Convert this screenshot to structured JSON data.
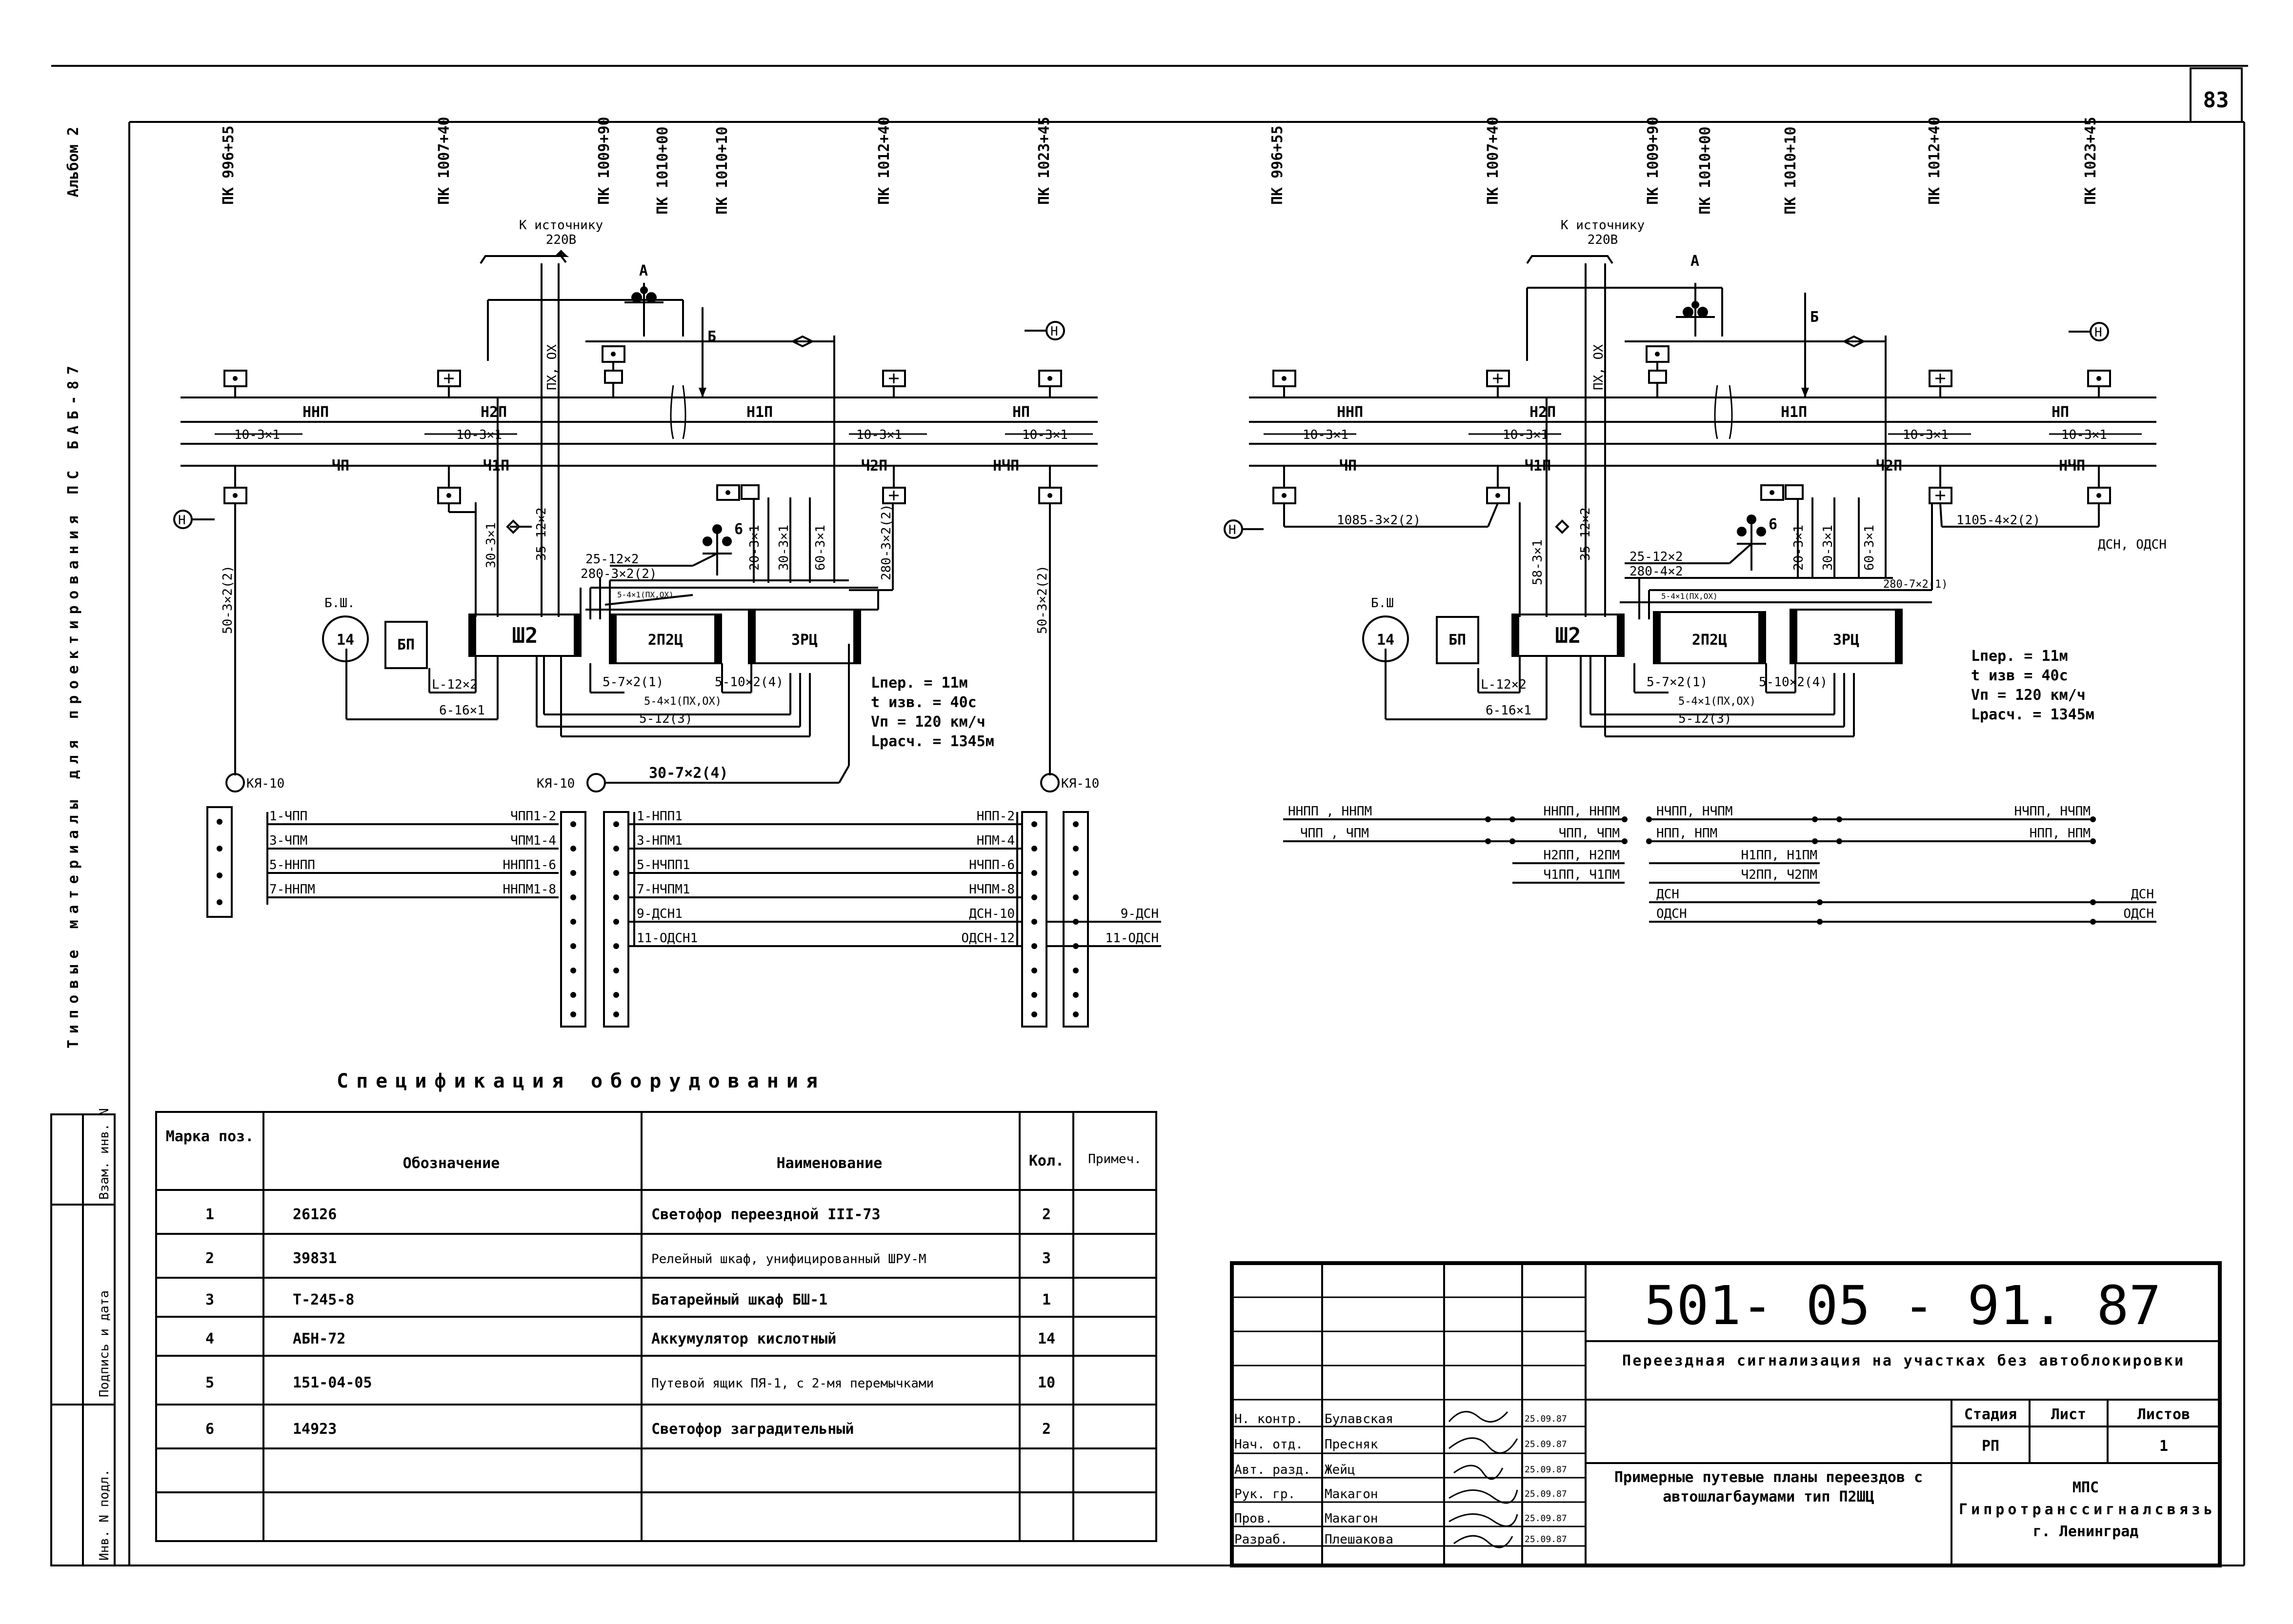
{
  "margin": {
    "album": "Альбом 2",
    "series": "Типовые материалы для проектирования ПС БАБ-87",
    "stamp": [
      "Инв. N подл.",
      "Подпись и дата",
      "Взам. инв. N"
    ]
  },
  "sheet_number": "83",
  "left_plan": {
    "pickets": [
      "ПК 996+55",
      "ПК 1007+40",
      "ПК 1009+90",
      "ПК 1010+00",
      "ПК 1010+10",
      "ПК 1012+40",
      "ПК 1023+45"
    ],
    "source": [
      "К источнику",
      "220В"
    ],
    "labels": {
      "nnp": "ННП",
      "n2p": "Н2П",
      "n1p": "Н1П",
      "np": "НП",
      "chp": "ЧП",
      "ch1p": "Ч1П",
      "ch2p": "Ч2П",
      "nchp": "НЧП",
      "c10a": "10-3×1",
      "c10b": "10-3×1",
      "c10c": "10-3×1",
      "c10d": "10-3×1",
      "pxox": "ПХ, ОХ",
      "c35": "35-12×2",
      "c25": "25-12×2",
      "c20": "20-3×1",
      "c30": "30-3×1",
      "c60": "60-3×1",
      "c280a": "280-3×2(2)",
      "c280b": "280-3×2(2)",
      "c50a": "50-3×2(2)",
      "c50b": "50-3×2(2)",
      "c30s": "30-3×1",
      "c5_4a": "5-4×1(ПХ,ОХ)",
      "c5_4b": "5-4×1(ПХ,ОХ)",
      "c5_7": "5-7×2(1)",
      "c5_10": "5-10×2(4)",
      "c5_12": "5-12(3)",
      "cL": "L-12×2",
      "c6": "6-16×1",
      "c30_7": "30-7×2(4)",
      "A": "А",
      "B": "Б",
      "H": "Н",
      "six": "6",
      "bsh": "Б.Ш.",
      "bsh_no": "14",
      "bp": "БП",
      "sh2": "Ш2",
      "c2p2c": "2П2Ц",
      "c3rc": "3РЦ",
      "ky1": "КЯ-10",
      "ky2": "КЯ-10",
      "ky3": "КЯ-10"
    },
    "params": [
      "Lпер. = 11м",
      "t изв. = 40с",
      "Vп = 120 км/ч",
      "Lрасч. = 1345м"
    ],
    "terminals": {
      "t1_left": [
        "1-ЧПП",
        "3-ЧПМ",
        "5-ННПП",
        "7-ННПМ"
      ],
      "t1_right": [
        "ЧПП1-2",
        "ЧПМ1-4",
        "ННПП1-6",
        "ННПМ1-8"
      ],
      "t2_left": [
        "1-НПП1",
        "3-НПМ1",
        "5-НЧПП1",
        "7-НЧПМ1",
        "9-ДСН1",
        "11-ОДСН1"
      ],
      "t2_right": [
        "НПП-2",
        "НПМ-4",
        "НЧПП-6",
        "НЧПМ-8",
        "ДСН-10",
        "ОДСН-12"
      ],
      "t3": [
        "9-ДСН",
        "11-ОДСН"
      ]
    }
  },
  "right_plan": {
    "pickets": [
      "ПК 996+55",
      "ПК 1007+40",
      "ПК 1009+90",
      "ПК 1010+00",
      "ПК 1010+10",
      "ПК 1012+40",
      "ПК 1023+45"
    ],
    "source": [
      "К источнику",
      "220В"
    ],
    "labels": {
      "nnp": "ННП",
      "n2p": "Н2П",
      "n1p": "Н1П",
      "np": "НП",
      "chp": "ЧП",
      "ch1p": "Ч1П",
      "ch2p": "Ч2П",
      "nchp": "НЧП",
      "c10a": "10-3×1",
      "c10b": "10-3×1",
      "c10c": "10-3×1",
      "c10d": "10-3×1",
      "pxox": "ПХ, ОХ",
      "c35": "35-12×2",
      "c25": "25-12×2",
      "c20": "20-3×1",
      "c30": "30-3×1",
      "c60": "60-3×1",
      "c280a": "280-4×2",
      "c280b": "280-7×2(1)",
      "c1085": "1085-3×2(2)",
      "c1105": "1105-4×2(2)",
      "dsn": "ДСН, ОДСН",
      "c5_4a": "5-4×1(ПХ,ОХ)",
      "c5_4b": "5-4×1(ПХ,ОХ)",
      "c5_7": "5-7×2(1)",
      "c5_10": "5-10×2(4)",
      "c5_12": "5-12(3)",
      "cL": "L-12×2",
      "c6": "6-16×1",
      "c58": "58-3×1",
      "A": "А",
      "B": "Б",
      "H": "Н",
      "six": "6",
      "bsh": "Б.Ш",
      "bsh_no": "14",
      "bp": "БП",
      "sh2": "Ш2",
      "c2p2c": "2П2Ц",
      "c3rc": "3РЦ"
    },
    "params": [
      "Lпер. = 11м",
      "t изв = 40с",
      "Vп = 120 км/ч",
      "Lрасч. = 1345м"
    ],
    "wiring": {
      "g1_a": "ННПП , ННПМ",
      "g1_b": "ЧПП , ЧПМ",
      "g1_c": "ННПП, ННПМ",
      "g1_d": "ЧПП, ЧПМ",
      "g1_e": "Н2ПП, Н2ПМ",
      "g1_f": "Ч1ПП, Ч1ПМ",
      "g2_a": "НЧПП, НЧПМ",
      "g2_b": "НПП, НПМ",
      "g2_c": "Н1ПП, Н1ПМ",
      "g2_d": "Ч2ПП, Ч2ПМ",
      "g2_e": "НЧПП, НЧПМ",
      "g2_f": "НПП, НПМ",
      "g3_a": "ДСН",
      "g3_b": "ОДСН",
      "g3_c": "ДСН",
      "g3_d": "ОДСН"
    }
  },
  "spec": {
    "title": "Спецификация оборудования",
    "headers": [
      "Марка поз.",
      "Обозначение",
      "Наименование",
      "Кол.",
      "Примеч."
    ],
    "rows": [
      {
        "pos": "1",
        "code": "26126",
        "name": "Светофор переездной III-73",
        "qty": "2",
        "note": ""
      },
      {
        "pos": "2",
        "code": "39831",
        "name": "Релейный шкаф, унифицированный ШРУ-М",
        "qty": "3",
        "note": ""
      },
      {
        "pos": "3",
        "code": "Т-245-8",
        "name": "Батарейный шкаф БШ-1",
        "qty": "1",
        "note": ""
      },
      {
        "pos": "4",
        "code": "АБН-72",
        "name": "Аккумулятор кислотный",
        "qty": "14",
        "note": ""
      },
      {
        "pos": "5",
        "code": "151-04-05",
        "name": "Путевой ящик ПЯ-1, с 2-мя перемычками",
        "qty": "10",
        "note": ""
      },
      {
        "pos": "6",
        "code": "14923",
        "name": "Светофор заградительный",
        "qty": "2",
        "note": ""
      }
    ]
  },
  "title_block": {
    "doc_number": "501- 05 - 91. 87",
    "doc_title": "Переездная сигнализация на участках без автоблокировки",
    "roles": [
      "Н. контр.",
      "Нач. отд.",
      "Авт. разд.",
      "Рук. гр.",
      "Пров.",
      "Разраб."
    ],
    "names": [
      "Булавская",
      "Пресняк",
      "Жейц",
      "Макагон",
      "Макагон",
      "Плешакова"
    ],
    "dates": [
      "25.09.87",
      "25.09.87",
      "25.09.87",
      "25.09.87",
      "25.09.87",
      "25.09.87"
    ],
    "stage_label": "Стадия",
    "sheet_label": "Лист",
    "sheets_label": "Листов",
    "stage": "РП",
    "sheet": "",
    "sheets": "1",
    "drawing_title": "Примерные путевые планы переездов с автошлагбаумами тип П2ШЦ",
    "org": [
      "МПС",
      "Гипротранссигналсвязь",
      "г. Ленинград"
    ]
  }
}
